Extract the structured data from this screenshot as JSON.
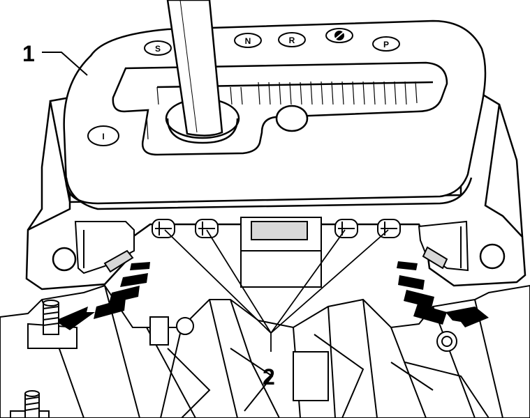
{
  "callouts": {
    "one": "1",
    "two": "2"
  },
  "gear_labels": {
    "s": "S",
    "n": "N",
    "r": "R",
    "p": "P",
    "i": "I"
  },
  "colors": {
    "ink": "#000000",
    "paper": "#ffffff",
    "shade": "#d8d8d8",
    "dark_shade": "#bfbfbf"
  },
  "icons": {
    "release_arrow_left": "curved-dashed-arrow-left-icon",
    "release_arrow_right": "curved-dashed-arrow-right-icon"
  }
}
